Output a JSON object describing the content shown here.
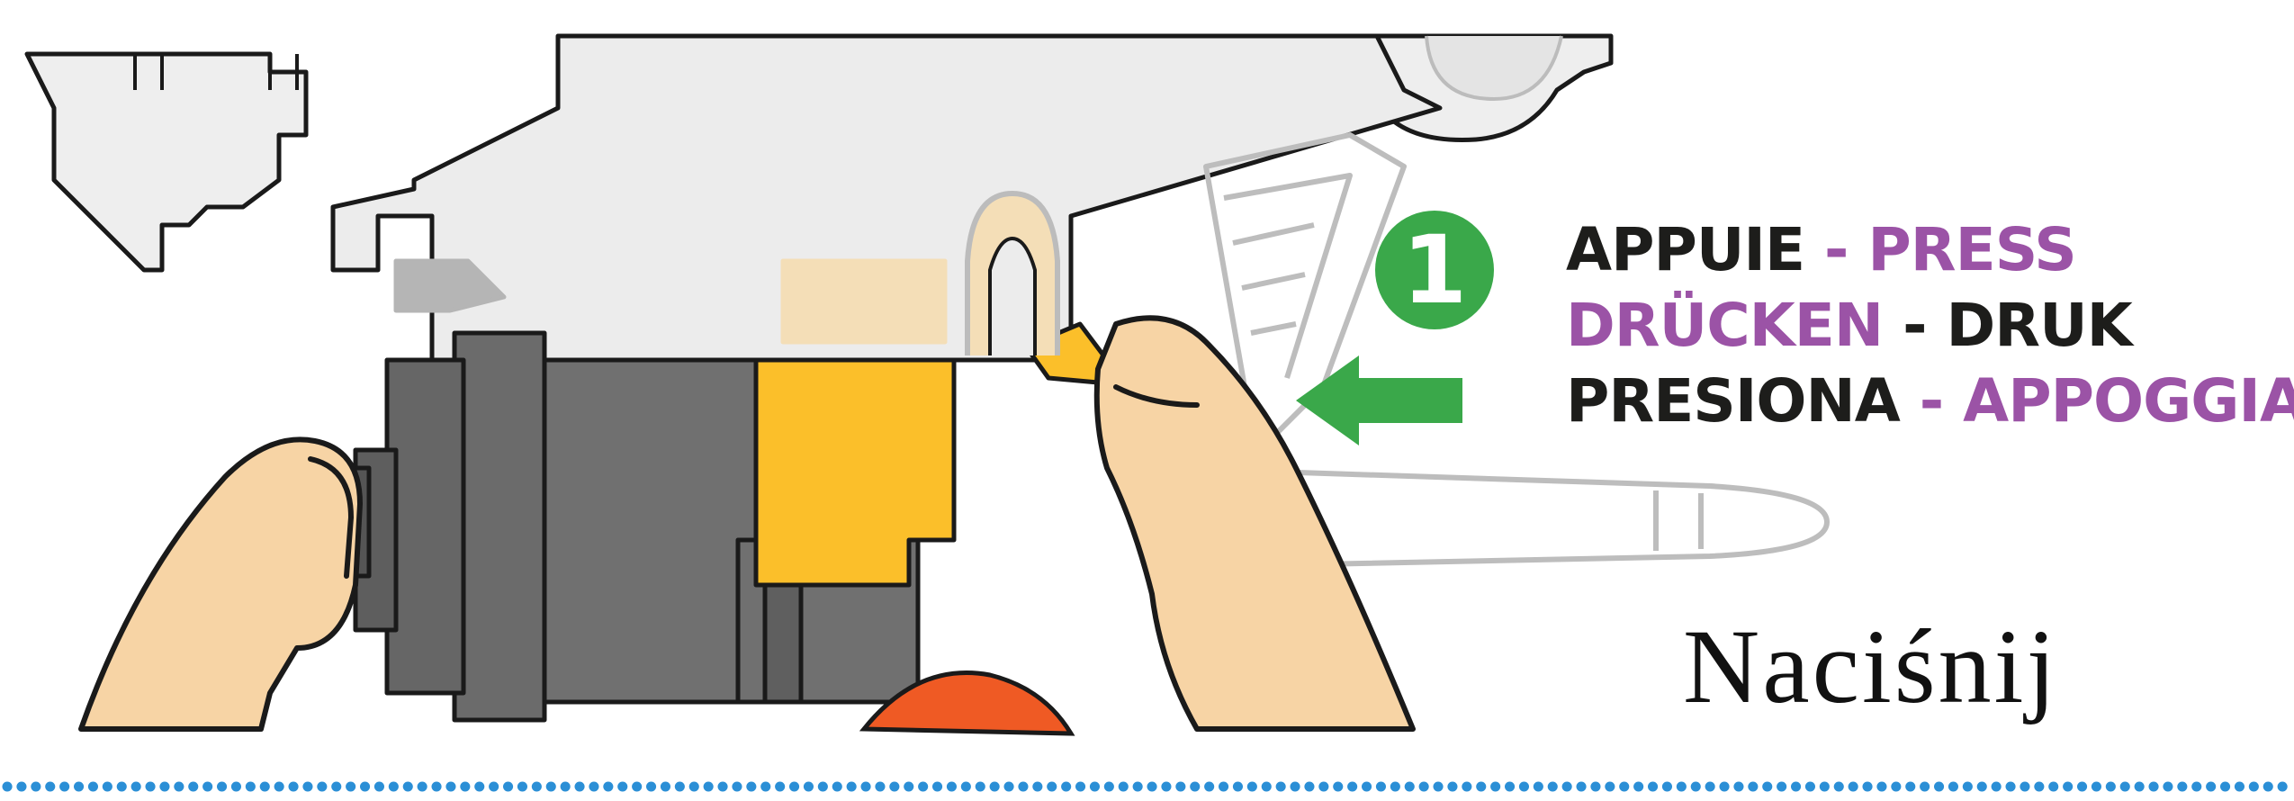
{
  "step": {
    "number": "1",
    "badge_color": "#3aa84a"
  },
  "labels": {
    "line1": {
      "part1": "APPUIE",
      "sep": " - ",
      "part2": "PRESS"
    },
    "line2": {
      "part1": "DRÜCKEN",
      "sep": " - ",
      "part2": "DRUK"
    },
    "line3": {
      "part1": "PRESIONA",
      "sep": " - ",
      "part2": "APPOGGIA"
    }
  },
  "polish_label": "Naciśnij",
  "colors": {
    "text_dark": "#1d1d1b",
    "text_purple": "#9b53a6",
    "arrow_green": "#3aa84a",
    "part_yellow": "#fbbf2a",
    "part_gray": "#6d6d6d",
    "skin": "#f7d4a5",
    "dotted_line": "#2b8fd6",
    "orange": "#ef5a24"
  },
  "icons": {
    "step_badge": "numbered-circle-icon",
    "direction": "left-arrow-icon"
  }
}
